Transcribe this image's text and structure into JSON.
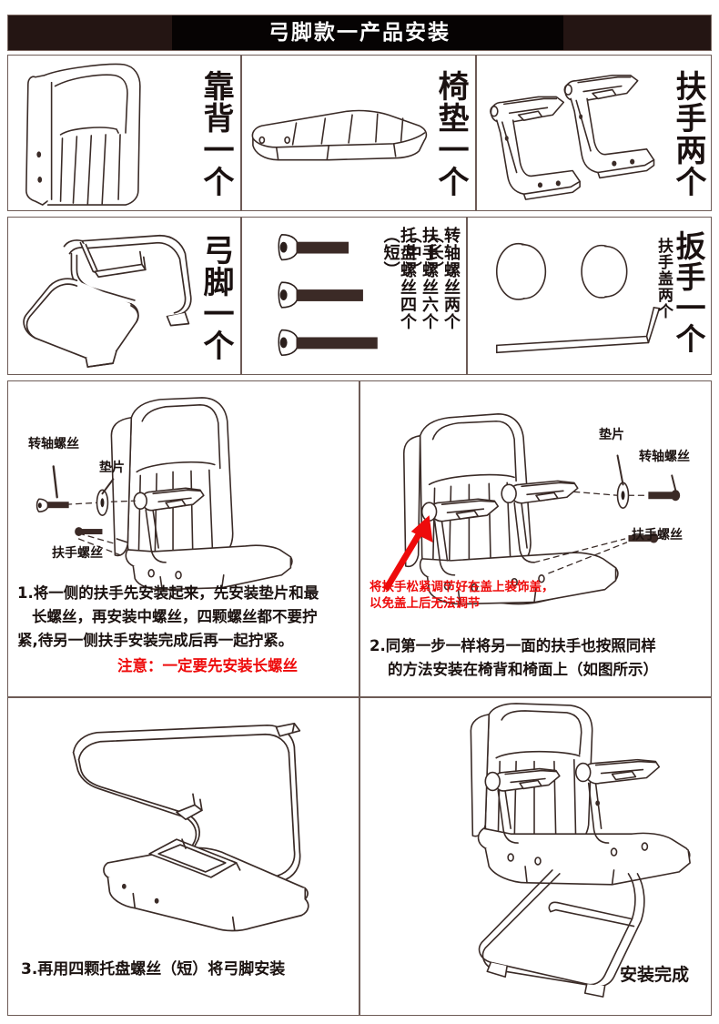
{
  "header": {
    "title": "弓脚款一产品安装"
  },
  "parts": [
    {
      "id": "backrest",
      "icon": "chair-backrest-icon",
      "label": "靠背一个"
    },
    {
      "id": "seat",
      "icon": "chair-seat-cushion-icon",
      "label": "椅垫一个"
    },
    {
      "id": "armrests",
      "icon": "armrest-pair-icon",
      "label": "扶手两个"
    },
    {
      "id": "sledbase",
      "icon": "sled-base-frame-icon",
      "label": "弓脚一个"
    }
  ],
  "screws": {
    "items": [
      {
        "icon": "screw-short-icon",
        "name": "托盘螺丝",
        "qty": "四个",
        "size": "（短）"
      },
      {
        "icon": "screw-medium-icon",
        "name": "扶手螺丝",
        "qty": "六个",
        "size": "（中）"
      },
      {
        "icon": "screw-long-icon",
        "name": "转轴螺丝",
        "qty": "两个",
        "size": "（长）"
      }
    ]
  },
  "tools": {
    "wrench_icon": "allen-wrench-icon",
    "cap_icon": "armrest-cover-cap-icon",
    "caps_label": "扶手盖两个",
    "wrench_label": "扳手一个"
  },
  "steps": [
    {
      "id": "step-1",
      "callouts": [
        {
          "name": "pivot-screw-callout",
          "text": "转轴螺丝"
        },
        {
          "name": "washer-callout",
          "text": "垫片"
        },
        {
          "name": "armrest-screw-callout",
          "text": "扶手螺丝"
        }
      ],
      "caption_line1": "1.将一侧的扶手先安装起来，先安装垫片和最",
      "caption_line2": "长螺丝，再安装中螺丝，四颗螺丝都不要拧",
      "caption_line3": "紧,待另一侧扶手安装完成后再一起拧紧。",
      "warning": "注意：一定要先安装长螺丝"
    },
    {
      "id": "step-2",
      "callouts": [
        {
          "name": "washer-callout",
          "text": "垫片"
        },
        {
          "name": "pivot-screw-callout",
          "text": "转轴螺丝"
        },
        {
          "name": "armrest-screw-callout",
          "text": "扶手螺丝"
        }
      ],
      "note_line1": "将扶手松紧调节好在盖上装饰盖，",
      "note_line2": "以免盖上后无法调节",
      "caption_line1": "2.同第一步一样将另一面的扶手也按照同样",
      "caption_line2": "的方法安装在椅背和椅面上（如图所示）"
    },
    {
      "id": "step-3",
      "caption_line1": "3.再用四颗托盘螺丝（短）将弓脚安装"
    },
    {
      "id": "step-4",
      "caption_line1": "安装完成"
    }
  ],
  "colors": {
    "ink": "#1b1210",
    "line": "#3a2b27",
    "border": "#6d5b56",
    "header_bg": "#241513",
    "header_inner": "#060303",
    "red": "#ee0b0b",
    "screw_body": "#3b2a26"
  }
}
